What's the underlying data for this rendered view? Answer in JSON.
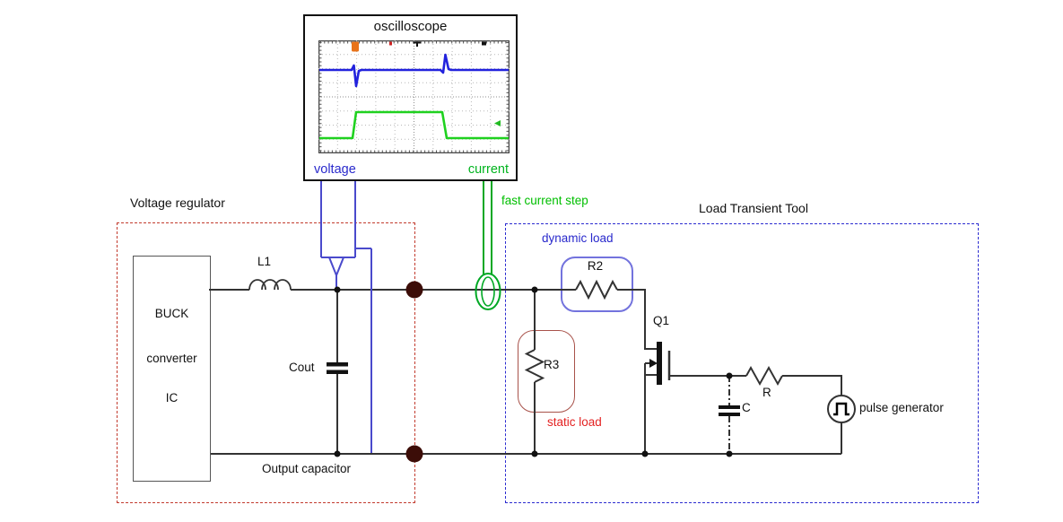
{
  "diagram": {
    "oscilloscope": {
      "title": "oscilloscope",
      "voltage_label": "voltage",
      "current_label": "current"
    },
    "voltage_regulator": {
      "title": "Voltage regulator",
      "ic_lines": [
        "BUCK",
        "converter",
        "IC"
      ],
      "inductor_label": "L1",
      "capacitor_label": "Cout",
      "caption": "Output capacitor"
    },
    "load_transient_tool": {
      "title": "Load Transient Tool",
      "fast_current_step": "fast current step",
      "dynamic_load": "dynamic load",
      "static_load": "static load",
      "r2_label": "R2",
      "r3_label": "R3",
      "q1_label": "Q1",
      "r_label": "R",
      "c_label": "C",
      "pulse_generator_label": "pulse generator"
    },
    "scope_screen": {
      "type": "line",
      "grid_divisions": "10x8",
      "traces": [
        {
          "name": "voltage",
          "color": "#2222dd",
          "shape": "flat line with negative transient spike at load step-on and positive spike at load step-off",
          "points_pct": [
            [
              0,
              26
            ],
            [
              17,
              26
            ],
            [
              19,
              40
            ],
            [
              22,
              26
            ],
            [
              63,
              26
            ],
            [
              66,
              13
            ],
            [
              69,
              26
            ],
            [
              100,
              26
            ]
          ]
        },
        {
          "name": "current",
          "color": "#1fd11f",
          "shape": "square current pulse",
          "points_pct": [
            [
              0,
              86
            ],
            [
              18,
              86
            ],
            [
              20,
              63
            ],
            [
              64,
              63
            ],
            [
              67,
              86
            ],
            [
              100,
              86
            ]
          ]
        }
      ]
    },
    "colors": {
      "wire": "#333333",
      "regulator_box": "#c23b2e",
      "tool_box": "#2b2bd0",
      "voltage_probe": "#4a4acc",
      "current_probe": "#00a824",
      "dynamic_load_accent": "#7373dd",
      "static_load_accent": "#a8524a",
      "dynamic_load_text": "#2929cc",
      "static_load_text": "#e32222",
      "fast_step_text": "#00bf00",
      "output_terminal_dot": "#3c0d08",
      "scope_trace_voltage": "#2222dd",
      "scope_trace_current": "#1fd11f",
      "scope_marker_orange": "#e8731a"
    }
  }
}
